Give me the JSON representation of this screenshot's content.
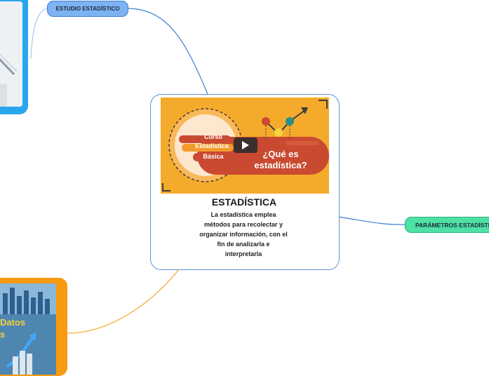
{
  "nodes": {
    "central": {
      "title": "ESTADÍSTICA",
      "description": "La estadística emplea métodos para recolectar y organizar información, con el fin de analizarla e interpretarla",
      "video": {
        "badge_line1": "Curso",
        "badge_line2": "Estadística",
        "badge_line3": "Básica",
        "banner_line1": "¿Qué es",
        "banner_line2": "estadística?"
      }
    },
    "estudio": {
      "label": "ESTUDIO ESTADÍSTICO"
    },
    "parametros": {
      "label": "PARÁMETROS ESTADÍSTICOS"
    },
    "bottom_image": {
      "text_line1": "Datos",
      "text_line2": "s"
    }
  },
  "colors": {
    "connector_blue": "#3c7fd3",
    "connector_orange": "#f5a623",
    "node_blue": "#2aa6ee",
    "node_orange": "#f79a0f",
    "pill_blue": "#7db3f2",
    "pill_green": "#4fe0a6"
  }
}
